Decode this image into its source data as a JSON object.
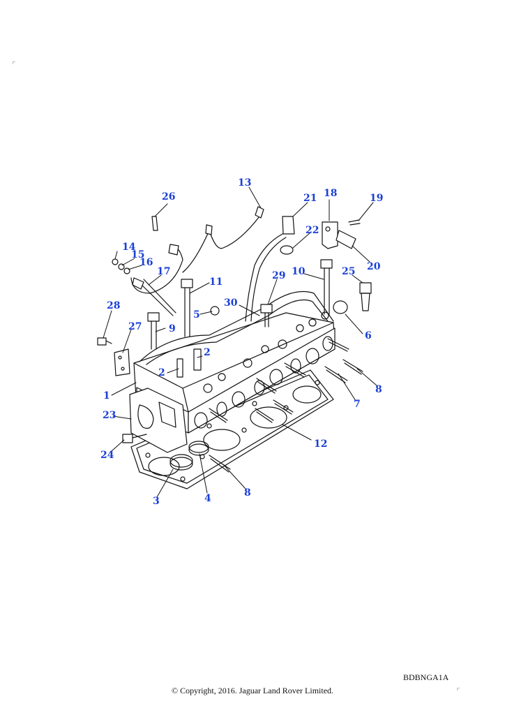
{
  "diagram": {
    "callouts": [
      {
        "label": "1"
      },
      {
        "label": "2"
      },
      {
        "label": "2"
      },
      {
        "label": "3"
      },
      {
        "label": "4"
      },
      {
        "label": "5"
      },
      {
        "label": "6"
      },
      {
        "label": "7"
      },
      {
        "label": "8"
      },
      {
        "label": "8"
      },
      {
        "label": "9"
      },
      {
        "label": "10"
      },
      {
        "label": "11"
      },
      {
        "label": "12"
      },
      {
        "label": "13"
      },
      {
        "label": "14"
      },
      {
        "label": "15"
      },
      {
        "label": "16"
      },
      {
        "label": "17"
      },
      {
        "label": "18"
      },
      {
        "label": "19"
      },
      {
        "label": "20"
      },
      {
        "label": "21"
      },
      {
        "label": "22"
      },
      {
        "label": "23"
      },
      {
        "label": "24"
      },
      {
        "label": "25"
      },
      {
        "label": "26"
      },
      {
        "label": "27"
      },
      {
        "label": "28"
      },
      {
        "label": "29"
      },
      {
        "label": "30"
      }
    ],
    "drawing_code": "BDBNGA1A",
    "copyright": "© Copyright, 2016. Jaguar Land Rover Limited.",
    "label_color": "#1a3fd6",
    "line_color": "#111111"
  }
}
